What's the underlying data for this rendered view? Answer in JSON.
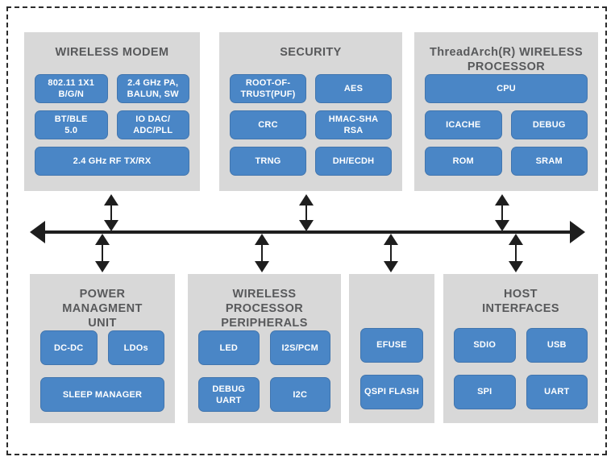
{
  "colors": {
    "accent_blue": "#4a86c6",
    "panel_gray": "#d8d8d8",
    "title_text": "#58595b",
    "connector": "#1e1e1e",
    "background": "#ffffff",
    "chip_text": "#ffffff"
  },
  "panels": {
    "wireless_modem": {
      "title": "WIRELESS MODEM",
      "buttons": [
        "802.11 1X1\nB/G/N",
        "2.4 GHz PA,\nBALUN, SW",
        "BT/BLE\n5.0",
        "IO DAC/\nADC/PLL",
        "2.4 GHz RF TX/RX"
      ]
    },
    "security": {
      "title": "SECURITY",
      "buttons": [
        "ROOT-OF-\nTRUST(PUF)",
        "AES",
        "CRC",
        "HMAC-SHA\nRSA",
        "TRNG",
        "DH/ECDH"
      ]
    },
    "threadarch_processor": {
      "title": "ThreadArch(R) WIRELESS\nPROCESSOR",
      "buttons": [
        "CPU",
        "ICACHE",
        "DEBUG",
        "ROM",
        "SRAM"
      ]
    },
    "power_management": {
      "title": "POWER MANAGMENT\nUNIT",
      "buttons": [
        "DC-DC",
        "LDOs",
        "SLEEP MANAGER"
      ]
    },
    "wireless_peripherals": {
      "title": "WIRELESS PROCESSOR\nPERIPHERALS",
      "buttons": [
        "LED",
        "I2S/PCM",
        "DEBUG\nUART",
        "I2C"
      ]
    },
    "memory": {
      "buttons": [
        "EFUSE",
        "QSPI FLASH"
      ]
    },
    "host_interfaces": {
      "title": "HOST\nINTERFACES",
      "buttons": [
        "SDIO",
        "USB",
        "SPI",
        "UART"
      ]
    }
  }
}
